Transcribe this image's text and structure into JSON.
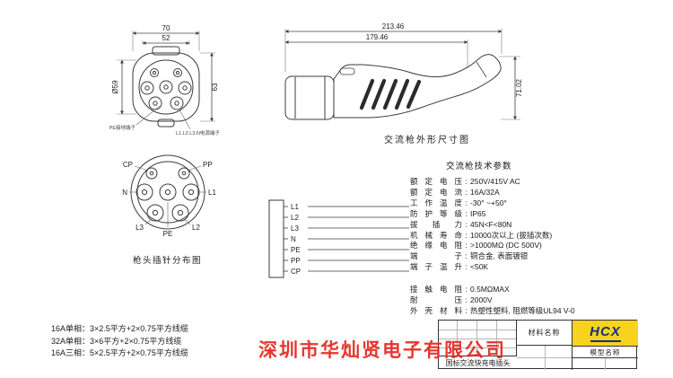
{
  "watermark_text": "深圳市华灿贤电子有限公司",
  "front_view": {
    "dim_outer_width": "70",
    "dim_inner_width": "52",
    "dim_height": "63",
    "dim_diameter": "Ø59",
    "callout_left": "PE接地端子",
    "callout_right": "L1.L2.L3.N电源端子"
  },
  "side_view": {
    "dim_total": "213.46",
    "dim_body": "179.46",
    "dim_height": "71.02",
    "caption": "交流枪外形尺寸图"
  },
  "pin_diagram": {
    "caption": "枪头插针分布图",
    "labels": [
      "CP",
      "PP",
      "N",
      "L1",
      "L3",
      "L2",
      "PE"
    ]
  },
  "wire_diagram": {
    "labels": [
      "L1",
      "L2",
      "L3",
      "N",
      "PE",
      "PP",
      "CP"
    ]
  },
  "tech_params": {
    "title": "交流枪技术参数",
    "sep": ":",
    "rows": [
      {
        "label": "额定电压",
        "value": "250V/415V AC"
      },
      {
        "label": "额定电流",
        "value": "16A/32A"
      },
      {
        "label": "工作温度",
        "value": "-30° ~+50°"
      },
      {
        "label": "防护等级",
        "value": "IP65"
      },
      {
        "label": "拔插力",
        "value": "45N<F<80N"
      },
      {
        "label": "机械寿命",
        "value": "10000次以上 (拔插次数)"
      },
      {
        "label": "绝缘电阻",
        "value": ">1000MΩ (DC 500V)"
      },
      {
        "label": "端子",
        "value": "铜合金, 表面镀银"
      },
      {
        "label": "端子温升",
        "value": "<50K"
      },
      {
        "label": "接触电阻",
        "value": "0.5MΩMAX"
      },
      {
        "label": "耐压",
        "value": "2000V"
      },
      {
        "label": "外壳材料",
        "value": "热塑性塑料, 阻燃等级UL94 V-0"
      }
    ]
  },
  "cable_specs": {
    "lines": [
      "16A单相：3×2.5平方+2×0.75平方线缆",
      "32A单相：3×6平方+2×0.75平方线缆",
      "16A三相：5×2.5平方+2×0.75平方线缆"
    ]
  },
  "title_block": {
    "material_label": "材料名称",
    "model_label": "模型名称",
    "logo": "HCX",
    "logo_bg": "#f6d31f",
    "logo_color": "#17307e",
    "product_name": "国标交流快充电插头"
  }
}
